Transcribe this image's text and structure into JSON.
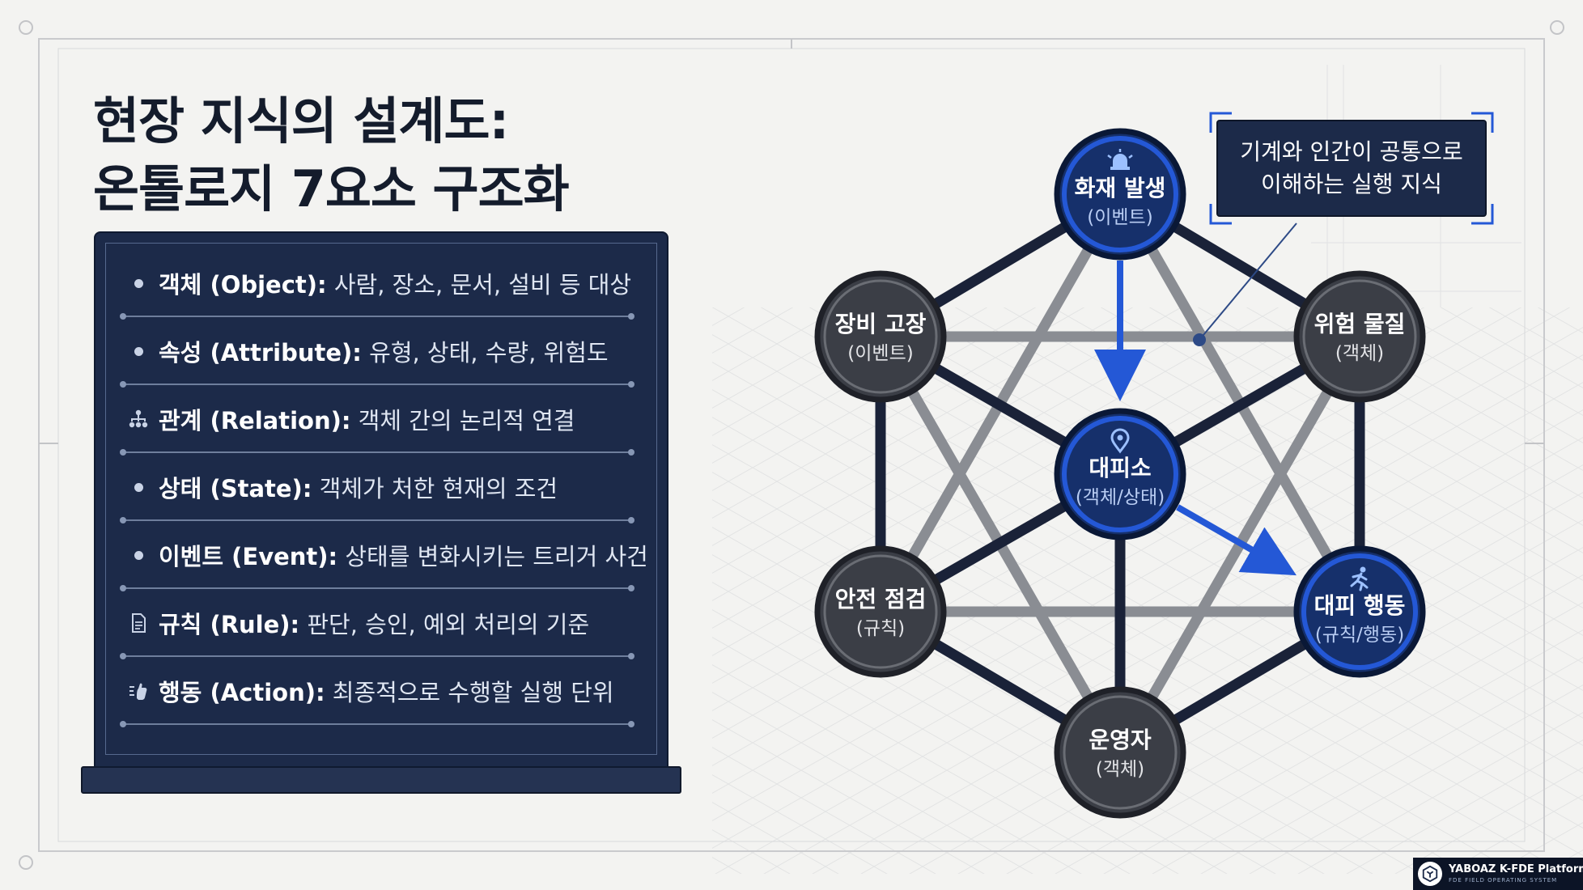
{
  "title": {
    "line1": "현장 지식의 설계도:",
    "line2": "온톨로지 7요소 구조화"
  },
  "elements": [
    {
      "icon": "bullet-dot",
      "term": "객체 (Object):",
      "desc": "사람, 장소, 문서, 설비 등 대상"
    },
    {
      "icon": "bullet-dot",
      "term": "속성 (Attribute):",
      "desc": "유형, 상태, 수량, 위험도"
    },
    {
      "icon": "hierarchy-icon",
      "term": "관계 (Relation):",
      "desc": "객체 간의 논리적 연결"
    },
    {
      "icon": "bullet-dot",
      "term": "상태 (State):",
      "desc": "객체가 처한 현재의 조건"
    },
    {
      "icon": "bullet-dot",
      "term": "이벤트 (Event):",
      "desc": "상태를 변화시키는 트리거 사건"
    },
    {
      "icon": "document-icon",
      "term": "규칙 (Rule):",
      "desc": "판단, 승인, 예외 처리의 기준"
    },
    {
      "icon": "hand-action-icon",
      "term": "행동 (Action):",
      "desc": "최종적으로 수행할 실행 단위"
    }
  ],
  "diagram": {
    "nodes": [
      {
        "id": "fire",
        "label": "화재 발생",
        "sub": "(이벤트)",
        "highlight": true,
        "icon": "siren-icon"
      },
      {
        "id": "hazard",
        "label": "위험 물질",
        "sub": "(객체)",
        "highlight": false
      },
      {
        "id": "evac_action",
        "label": "대피 행동",
        "sub": "(규칙/행동)",
        "highlight": true,
        "icon": "running-person-icon"
      },
      {
        "id": "operator",
        "label": "운영자",
        "sub": "(객체)",
        "highlight": false
      },
      {
        "id": "safety_check",
        "label": "안전 점검",
        "sub": "(규칙)",
        "highlight": false
      },
      {
        "id": "equipment_fault",
        "label": "장비 고장",
        "sub": "(이벤트)",
        "highlight": false
      },
      {
        "id": "shelter",
        "label": "대피소",
        "sub": "(객체/상태)",
        "highlight": true,
        "icon": "location-pin-icon"
      }
    ],
    "arrows": [
      {
        "from": "fire",
        "to": "shelter"
      },
      {
        "from": "shelter",
        "to": "evac_action"
      }
    ],
    "callout": {
      "line1": "기계와 인간이 공통으로",
      "line2": "이해하는 실행 지식"
    }
  },
  "colors": {
    "panel_bg": "#1c2a49",
    "node_dark": "#3b3e46",
    "node_highlight": "#16306b",
    "accent_blue": "#2458d6",
    "edge_dark": "#1a2238",
    "edge_gray": "#8a8d93"
  },
  "badge": {
    "title": "YABOAZ K-FDE Platform",
    "subtitle": "FDE FIELD OPERATING SYSTEM"
  }
}
